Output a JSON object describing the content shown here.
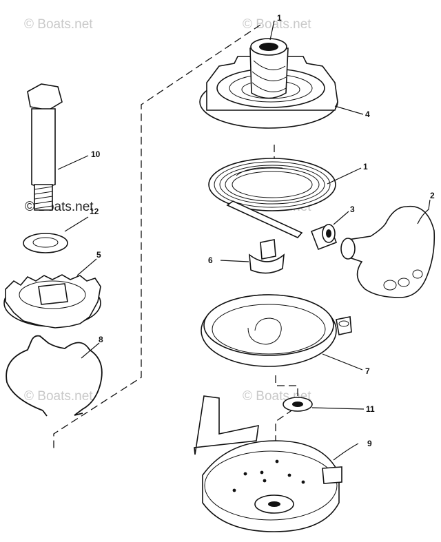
{
  "watermark": "© Boats.net",
  "parts": [
    {
      "id": "p1a",
      "label": "1"
    },
    {
      "id": "p4",
      "label": "4"
    },
    {
      "id": "p1b",
      "label": "1"
    },
    {
      "id": "p2",
      "label": "2"
    },
    {
      "id": "p3",
      "label": "3"
    },
    {
      "id": "p6",
      "label": "6"
    },
    {
      "id": "p7",
      "label": "7"
    },
    {
      "id": "p11",
      "label": "11"
    },
    {
      "id": "p9",
      "label": "9"
    },
    {
      "id": "p10",
      "label": "10"
    },
    {
      "id": "p12",
      "label": "12"
    },
    {
      "id": "p5",
      "label": "5"
    },
    {
      "id": "p8",
      "label": "8"
    }
  ]
}
